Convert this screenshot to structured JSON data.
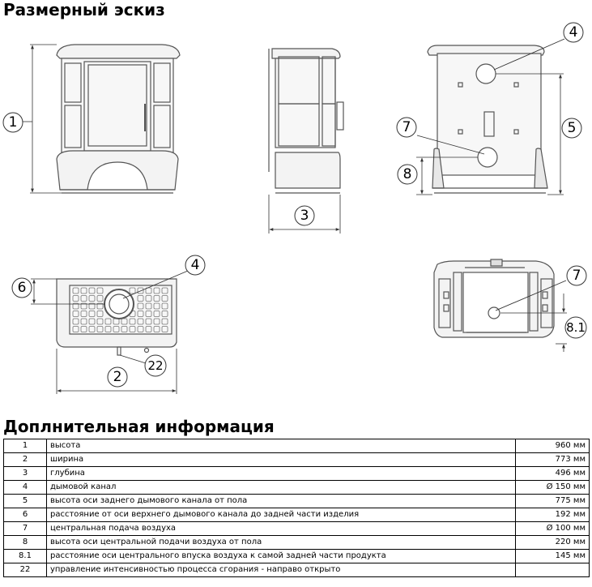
{
  "title": "Размерный эскиз",
  "subtitle": "Доплнительная информация",
  "callouts": {
    "c1": "1",
    "c2": "2",
    "c3": "3",
    "c4a": "4",
    "c4b": "4",
    "c5": "5",
    "c6": "6",
    "c7a": "7",
    "c7b": "7",
    "c8": "8",
    "c81": "8.1",
    "c22": "22"
  },
  "rows": [
    {
      "num": "1",
      "label": "высота",
      "value": "960 мм"
    },
    {
      "num": "2",
      "label": "ширина",
      "value": "773 мм"
    },
    {
      "num": "3",
      "label": "глубина",
      "value": "496 мм"
    },
    {
      "num": "4",
      "label": "дымовой канал",
      "value": "Ø 150 мм"
    },
    {
      "num": "5",
      "label": "высота оси заднего дымового канала от пола",
      "value": "775 мм"
    },
    {
      "num": "6",
      "label": "расстояние от оси верхнего дымового канала до задней части изделия",
      "value": "192 мм"
    },
    {
      "num": "7",
      "label": "центральная подача воздуха",
      "value": "Ø 100 мм"
    },
    {
      "num": "8",
      "label": "высота оси центральной подачи воздуха от пола",
      "value": "220 мм"
    },
    {
      "num": "8.1",
      "label": "расстояние оси центрального впуска воздуха к самой задней части продукта",
      "value": "145 мм"
    },
    {
      "num": "22",
      "label": "управление интенсивностью процесса сгорания - направо открыто",
      "value": ""
    }
  ]
}
